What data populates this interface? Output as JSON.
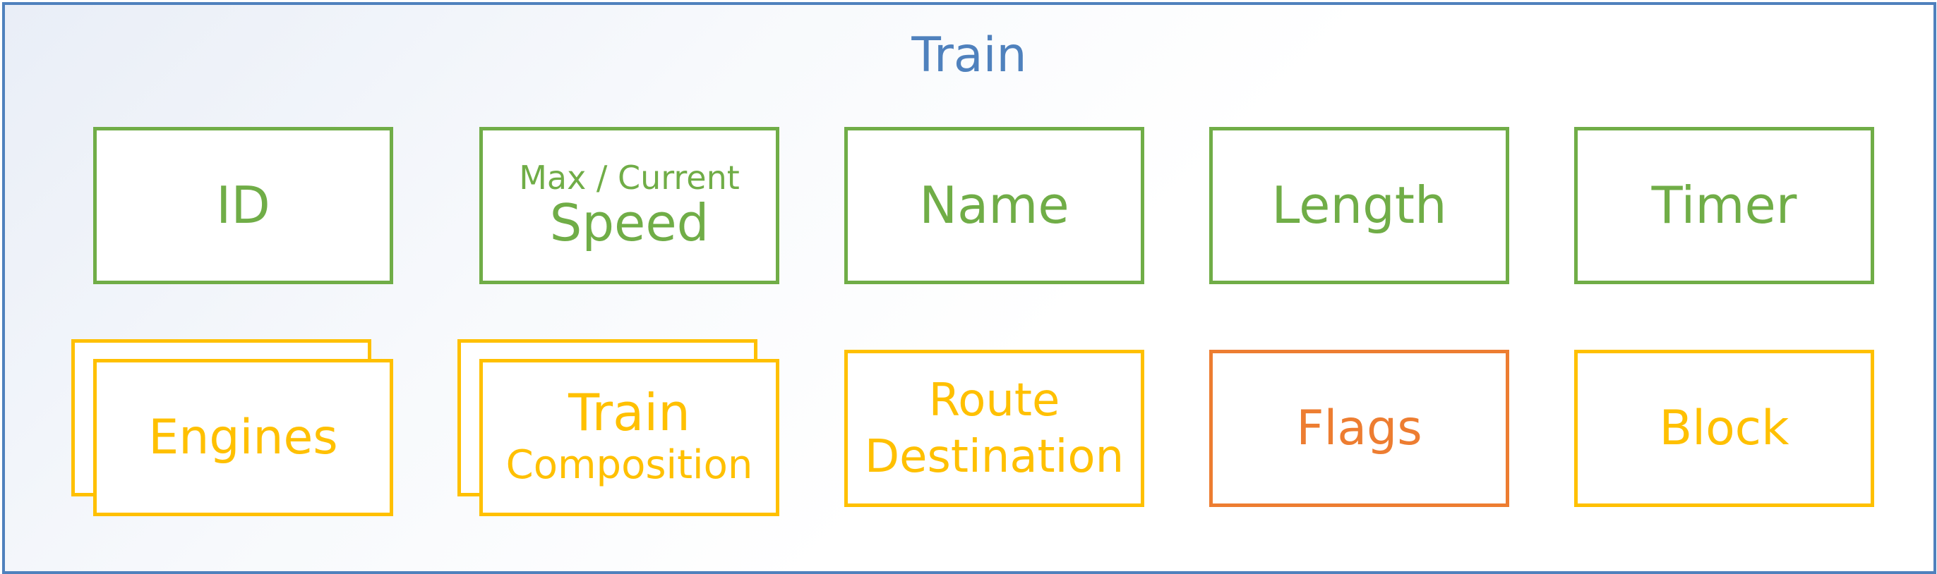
{
  "title": "Train",
  "colors": {
    "frame": "#4f81bd",
    "field": "#70ad47",
    "collection": "#ffc000",
    "flags": "#ed7d31"
  },
  "row1": {
    "id": "ID",
    "speed_sub": "Max / Current",
    "speed": "Speed",
    "name": "Name",
    "length": "Length",
    "timer": "Timer"
  },
  "row2": {
    "engines": "Engines",
    "composition_line1": "Train",
    "composition_line2": "Composition",
    "route_line1": "Route",
    "route_line2": "Destination",
    "flags": "Flags",
    "block": "Block"
  }
}
